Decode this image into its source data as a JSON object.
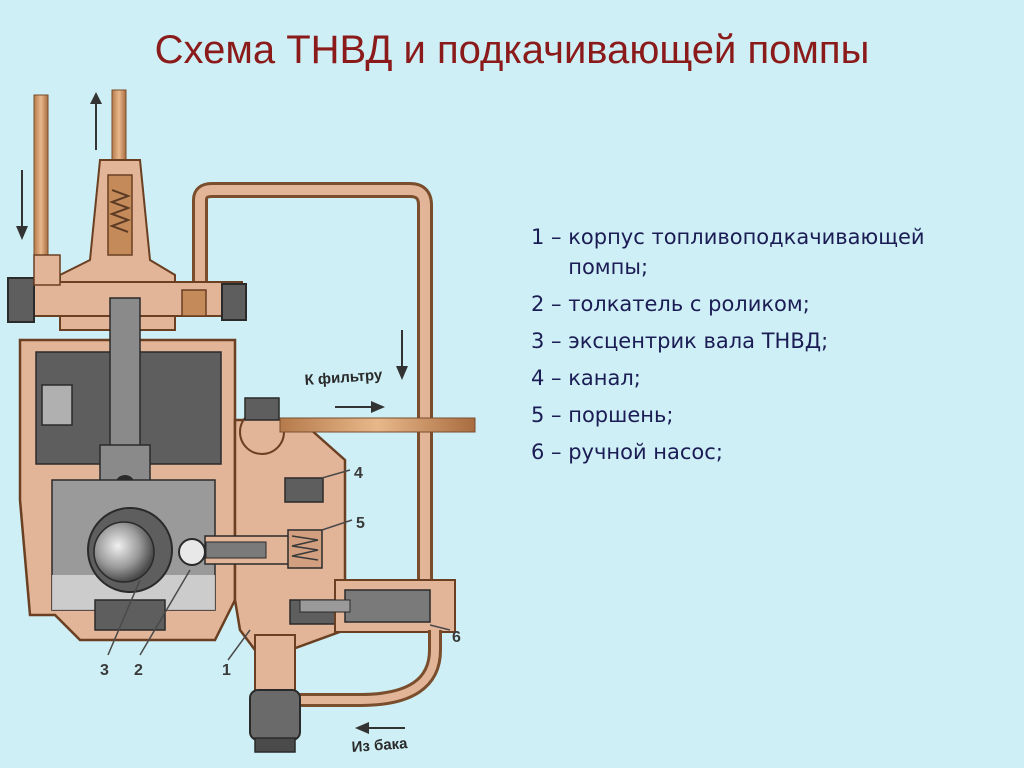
{
  "title": "Схема ТНВД и подкачивающей помпы",
  "legend": [
    {
      "num": "1 – ",
      "text": "корпус топливоподкачивающей помпы;"
    },
    {
      "num": "2 – ",
      "text": "толкатель с роликом;"
    },
    {
      "num": "3 – ",
      "text": "эксцентрик вала ТНВД;"
    },
    {
      "num": "4 – ",
      "text": "канал;"
    },
    {
      "num": "5 – ",
      "text": "поршень;"
    },
    {
      "num": "6 – ",
      "text": "ручной насос;"
    }
  ],
  "diagram": {
    "label_filter": "К фильтру",
    "label_tank": "Из бака",
    "callouts": [
      "1",
      "2",
      "3",
      "4",
      "5",
      "6"
    ]
  },
  "colors": {
    "background": "#cdeff5",
    "title": "#8b1a1a",
    "legend_text": "#1c1c55",
    "body_copper": "#e2b498",
    "pipe": "#c48a5a",
    "housing_gray": "#5e5e5e"
  }
}
